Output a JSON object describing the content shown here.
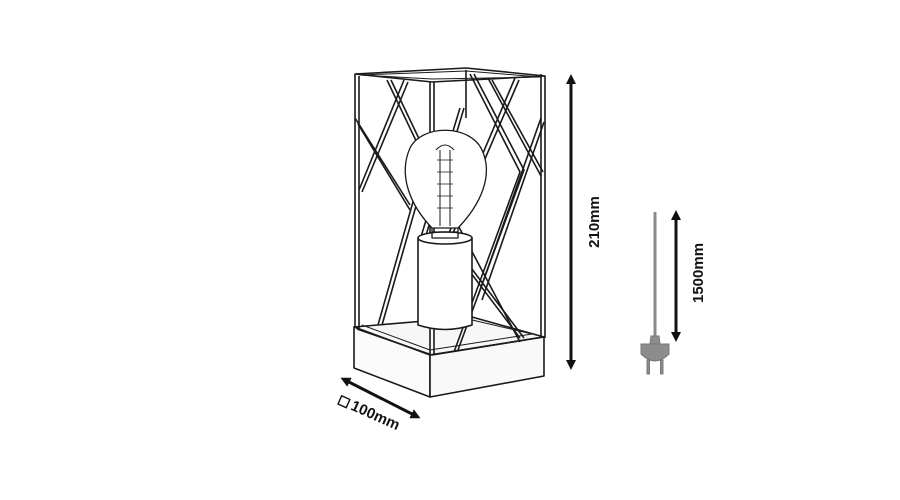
{
  "dimensions": {
    "height_label": "210mm",
    "cable_label": "1500mm",
    "base_label": "100mm",
    "base_symbol": "square-symbol-icon"
  },
  "colors": {
    "line": "#1a1a1a",
    "arrow": "#111111",
    "cable": "#8a8a8a",
    "plug": "#8c8c8c",
    "base_fill": "#f7f7f7"
  }
}
